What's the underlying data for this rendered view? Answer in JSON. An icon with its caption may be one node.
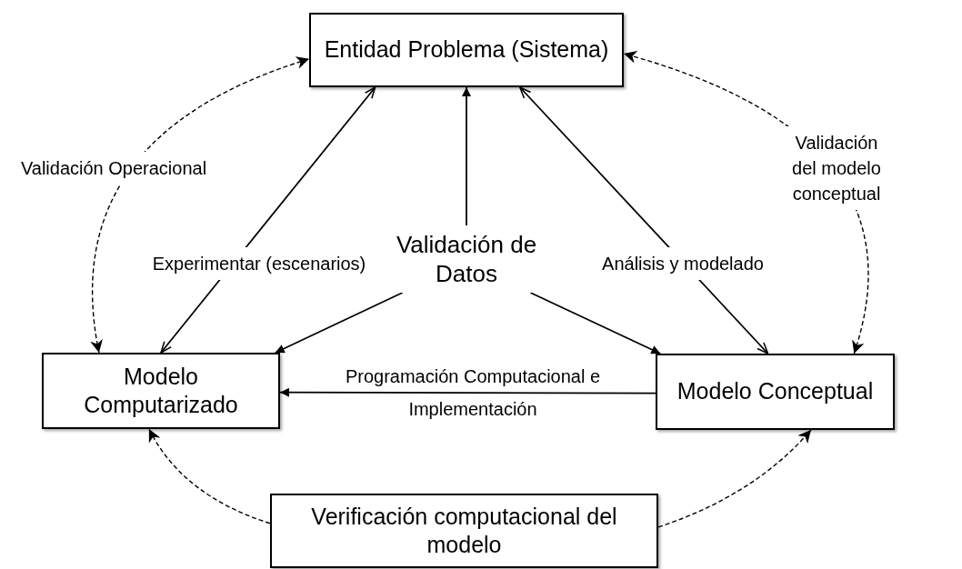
{
  "diagram": {
    "nodes": [
      {
        "text": [
          "Entidad Problema (Sistema)"
        ]
      },
      {
        "text": [
          "Validación de Datos"
        ]
      },
      {
        "text": [
          "Modelo Computarizado"
        ]
      },
      {
        "text": [
          "Modelo Conceptual"
        ]
      },
      {
        "text": [
          "Verificación computacional del modelo"
        ]
      }
    ],
    "edges": [
      {
        "from": 2,
        "to": 0,
        "arrow": "both",
        "style": "dashed",
        "label": "Validación Operacional"
      },
      {
        "from": 3,
        "to": 0,
        "arrow": "both",
        "style": "dashed",
        "label": "Validación del modelo conceptual"
      },
      {
        "from": 2,
        "to": 0,
        "arrow": "both",
        "label": "Experimentar (escenarios)"
      },
      {
        "from": 3,
        "to": 0,
        "arrow": "both",
        "label": "Análisis y modelado"
      },
      {
        "from": 1,
        "to": 0,
        "arrow": "to"
      },
      {
        "from": 1,
        "to": 2,
        "arrow": "to"
      },
      {
        "from": 1,
        "to": 3,
        "arrow": "to"
      },
      {
        "from": 3,
        "to": 2,
        "arrow": "to",
        "label": "Programación Computacional e Implementación"
      },
      {
        "from": 4,
        "to": 2,
        "arrow": "to",
        "style": "dashed"
      },
      {
        "from": 4,
        "to": 3,
        "arrow": "to",
        "style": "dashed"
      }
    ]
  }
}
